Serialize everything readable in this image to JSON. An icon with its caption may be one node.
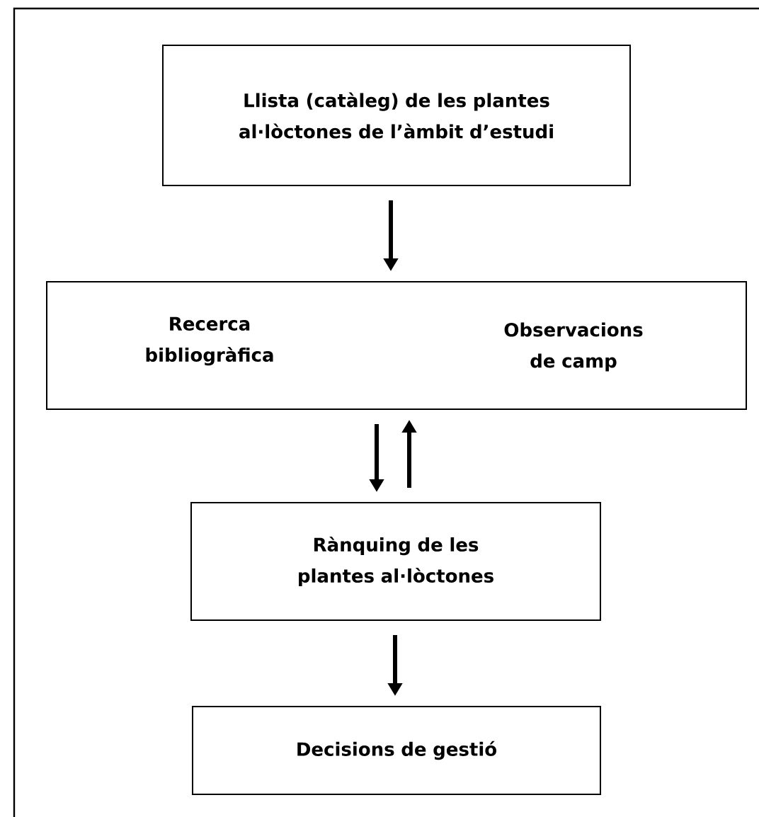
{
  "diagram": {
    "nodes": [
      {
        "text": [
          "Llista (catàleg) de les plantes al·lòctones de l’àmbit d’estudi"
        ]
      },
      {
        "text": [
          "Recerca bibliogràfica",
          "Observacions de camp"
        ]
      },
      {
        "text": [
          "Rànquing de les plantes al·lòctones"
        ]
      },
      {
        "text": [
          "Decisions de gestió"
        ]
      }
    ],
    "edges": [
      {
        "from": 0,
        "to": 1,
        "arrow": "to"
      },
      {
        "from": 1,
        "to": 2,
        "arrow": "to"
      },
      {
        "from": 2,
        "to": 1,
        "arrow": "to"
      },
      {
        "from": 2,
        "to": 3,
        "arrow": "to"
      }
    ]
  }
}
